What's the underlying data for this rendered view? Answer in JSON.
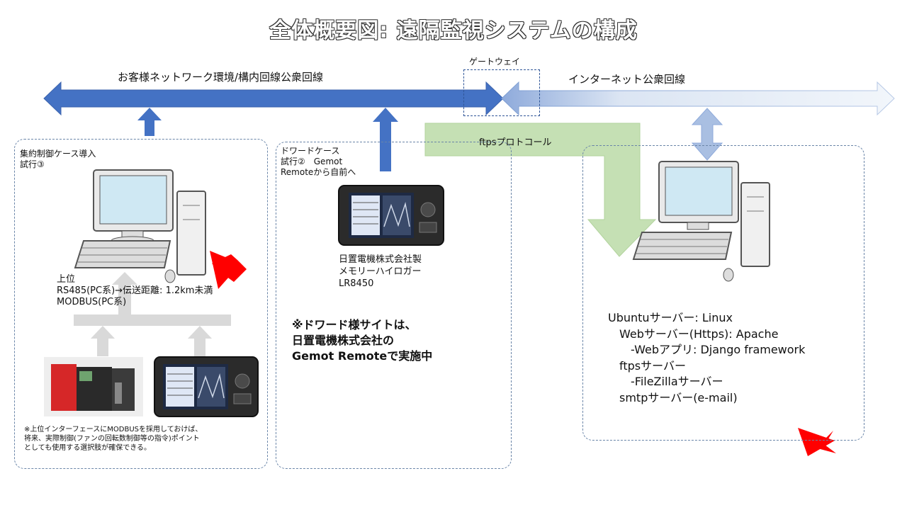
{
  "title": "全体概要図: 遠隔監視システムの構成",
  "network": {
    "left_label": "お客様ネットワーク環境/構内回線公衆回線",
    "gateway_label": "ゲートウェイ",
    "right_label": "インターネット公衆回線",
    "protocol_label": "ftpsプロトコール"
  },
  "panels": {
    "left": {
      "header": "集約制御ケース導入\n試行③",
      "spec": "上位\nRS485(PC系)→伝送距離: 1.2km未満\nMODBUS(PC系)",
      "note": "※上位インターフェースにMODBUSを採用しておけば、\n将来、実際制御(ファンの回転数制御等の指令)ポイント\nとしても使用する選択肢が確保できる。"
    },
    "middle": {
      "header": "ドワードケース\n試行②　Gemot\nRemoteから自前へ",
      "device": "日置電機株式会社製\nメモリーハイロガー\nLR8450",
      "note": "※ドワード様サイトは、\n日置電機株式会社の\nGemot Remoteで実施中"
    },
    "right": {
      "server": "Ubuntuサーバー: Linux\n　Webサーバー(Https): Apache\n　　-Webアプリ: Django framework\n　ftpsサーバー\n　　-FileZillaサーバー\n　smtpサーバー(e-mail)"
    }
  },
  "colors": {
    "network_blue": "#4472c4",
    "fade_blue": "#bdd0ec",
    "ftps_green": "#c5e0b4",
    "red_arrow": "#ff0000"
  }
}
